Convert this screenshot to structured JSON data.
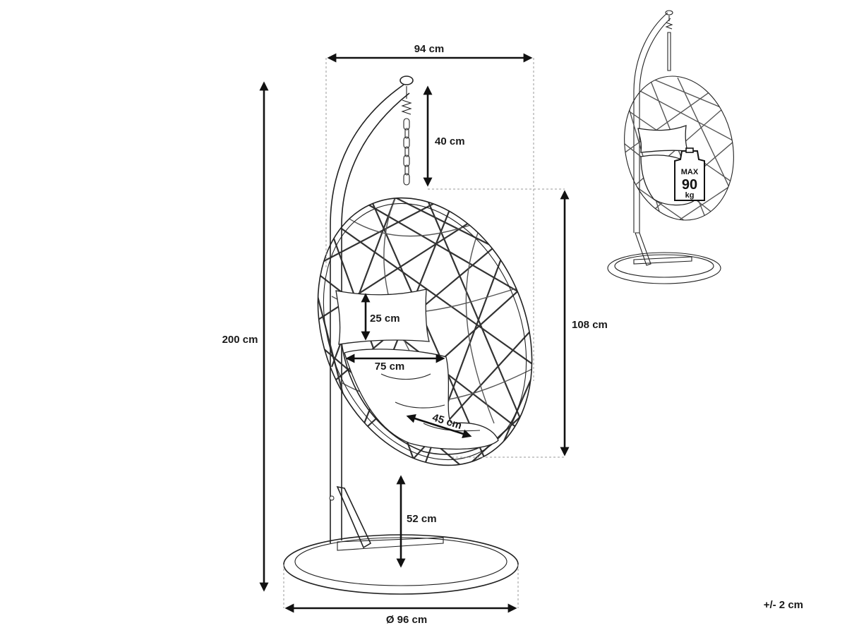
{
  "dimensions": {
    "overall_width": "94 cm",
    "total_height": "200 cm",
    "chain_length": "40 cm",
    "seat_height_chair": "108 cm",
    "pillow_height": "25 cm",
    "seat_width": "75 cm",
    "seat_depth": "45 cm",
    "ground_clearance": "52 cm",
    "base_diameter": "Ø 96 cm"
  },
  "weight_badge": {
    "line1": "MAX",
    "line2": "90",
    "line3": "kg"
  },
  "tolerance": "+/- 2 cm",
  "icons": {
    "main": "hanging-egg-chair-icon",
    "thumbnail": "hanging-egg-chair-thumbnail-icon"
  }
}
